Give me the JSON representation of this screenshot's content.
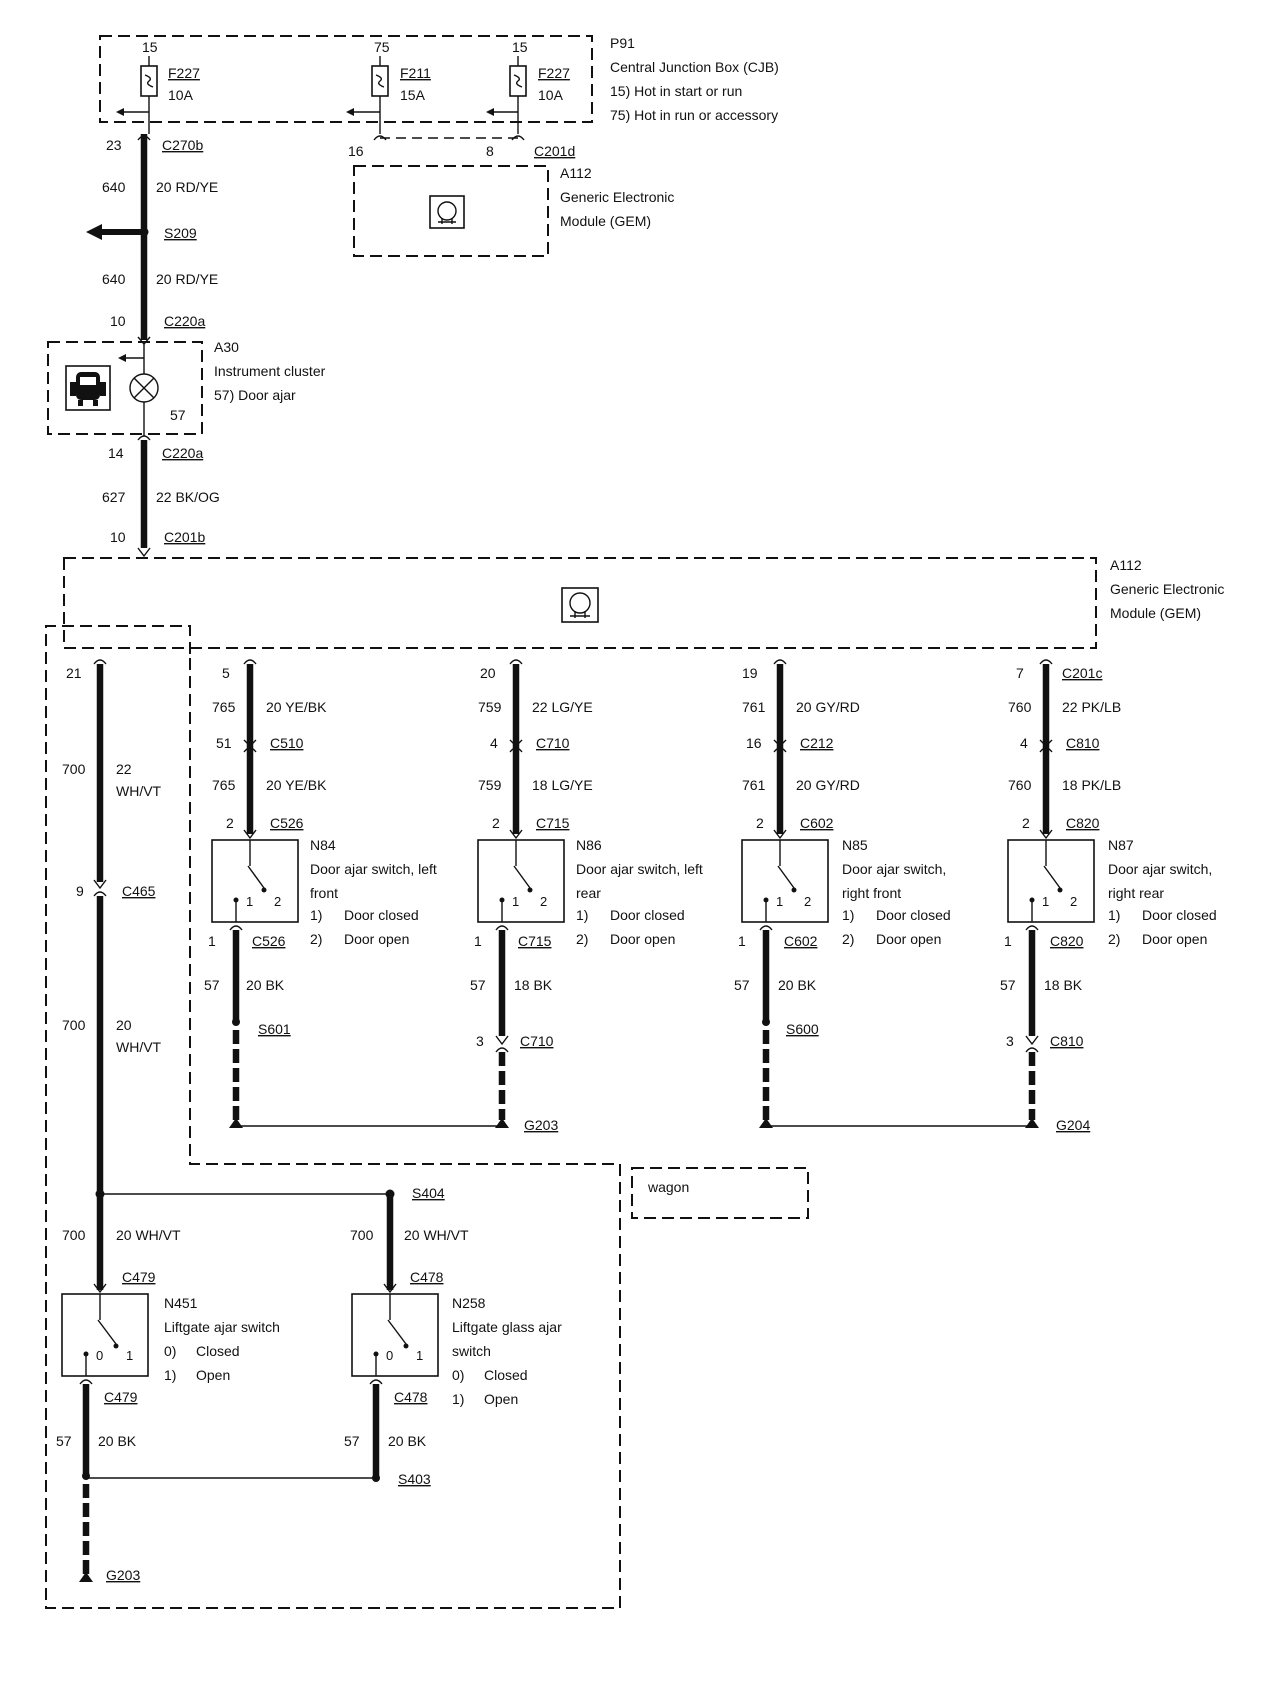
{
  "cjb": {
    "id": "P91",
    "name": "Central Junction Box (CJB)",
    "legend_15": "15)  Hot in start or run",
    "legend_75": "75)  Hot in run or accessory",
    "fuse1": {
      "pin": "15",
      "name": "F227",
      "rating": "10A"
    },
    "fuse2": {
      "pin": "75",
      "name": "F211",
      "rating": "15A"
    },
    "fuse3": {
      "pin": "15",
      "name": "F227",
      "rating": "10A"
    }
  },
  "gem_top": {
    "id": "A112",
    "line1": "Generic Electronic",
    "line2": "Module (GEM)",
    "pin_left": "16",
    "pin_right": "8",
    "connector": "C201d"
  },
  "feed": {
    "c270b_pin": "23",
    "c270b": "C270b",
    "w1_circuit": "640",
    "w1_wire": "20 RD/YE",
    "splice": "S209",
    "w2_circuit": "640",
    "w2_wire": "20 RD/YE",
    "c220a_pin_in": "10",
    "c220a_in": "C220a",
    "c220a_pin_out": "14",
    "c220a_out": "C220a",
    "w3_circuit": "627",
    "w3_wire": "22 BK/OG",
    "c201b_pin": "10",
    "c201b": "C201b"
  },
  "cluster": {
    "id": "A30",
    "name": "Instrument cluster",
    "legend": "57)  Door ajar",
    "lamp_pin": "57"
  },
  "gem_main": {
    "id": "A112",
    "line1": "Generic Electronic",
    "line2": "Module (GEM)",
    "connector": "C201c"
  },
  "doors": [
    {
      "gem_pin": "5",
      "c1_circuit": "765",
      "c1_wire": "20 YE/BK",
      "inline_pin": "51",
      "inline": "C510",
      "c2_circuit": "765",
      "c2_wire": "20 YE/BK",
      "sw_pin": "2",
      "sw_conn": "C526",
      "id": "N84",
      "desc1": "Door ajar switch, left",
      "desc2": "front",
      "st1": "1)",
      "st1_label": "Door closed",
      "st2": "2)",
      "st2_label": "Door open",
      "out_pin": "1",
      "out_conn": "C526",
      "g_circuit": "57",
      "g_wire": "20 BK",
      "bottom_pin": "",
      "bottom": "S601"
    },
    {
      "gem_pin": "20",
      "c1_circuit": "759",
      "c1_wire": "22 LG/YE",
      "inline_pin": "4",
      "inline": "C710",
      "c2_circuit": "759",
      "c2_wire": "18 LG/YE",
      "sw_pin": "2",
      "sw_conn": "C715",
      "id": "N86",
      "desc1": "Door ajar switch, left",
      "desc2": "rear",
      "st1": "1)",
      "st1_label": "Door closed",
      "st2": "2)",
      "st2_label": "Door open",
      "out_pin": "1",
      "out_conn": "C715",
      "g_circuit": "57",
      "g_wire": "18 BK",
      "bottom_pin": "3",
      "bottom": "C710"
    },
    {
      "gem_pin": "19",
      "c1_circuit": "761",
      "c1_wire": "20 GY/RD",
      "inline_pin": "16",
      "inline": "C212",
      "c2_circuit": "761",
      "c2_wire": "20 GY/RD",
      "sw_pin": "2",
      "sw_conn": "C602",
      "id": "N85",
      "desc1": "Door ajar switch,",
      "desc2": "right front",
      "st1": "1)",
      "st1_label": "Door closed",
      "st2": "2)",
      "st2_label": "Door open",
      "out_pin": "1",
      "out_conn": "C602",
      "g_circuit": "57",
      "g_wire": "20 BK",
      "bottom_pin": "",
      "bottom": "S600"
    },
    {
      "gem_pin": "7",
      "c1_circuit": "760",
      "c1_wire": "22 PK/LB",
      "inline_pin": "4",
      "inline": "C810",
      "c2_circuit": "760",
      "c2_wire": "18 PK/LB",
      "sw_pin": "2",
      "sw_conn": "C820",
      "id": "N87",
      "desc1": "Door ajar switch,",
      "desc2": "right rear",
      "st1": "1)",
      "st1_label": "Door closed",
      "st2": "2)",
      "st2_label": "Door open",
      "out_pin": "1",
      "out_conn": "C820",
      "g_circuit": "57",
      "g_wire": "18 BK",
      "bottom_pin": "3",
      "bottom": "C810"
    }
  ],
  "grounds": {
    "left": "G203",
    "right": "G204"
  },
  "liftgate_feed": {
    "gem_pin": "21",
    "c1_circuit": "700",
    "c1_wire_a": "22",
    "c1_wire_b": "WH/VT",
    "inline_pin": "9",
    "inline": "C465",
    "c2_circuit": "700",
    "c2_wire_a": "20",
    "c2_wire_b": "WH/VT",
    "splice": "S404"
  },
  "wagon_label": "wagon",
  "liftgate": [
    {
      "circuit": "700",
      "wire": "20 WH/VT",
      "conn_in": "C479",
      "id": "N451",
      "desc1": "Liftgate ajar switch",
      "desc2": "",
      "st0": "0)",
      "st0_label": "Closed",
      "st1": "1)",
      "st1_label": "Open",
      "conn_out": "C479",
      "g_circuit": "57",
      "g_wire": "20 BK"
    },
    {
      "circuit": "700",
      "wire": "20 WH/VT",
      "conn_in": "C478",
      "id": "N258",
      "desc1": "Liftgate glass ajar",
      "desc2": "switch",
      "st0": "0)",
      "st0_label": "Closed",
      "st1": "1)",
      "st1_label": "Open",
      "conn_out": "C478",
      "g_circuit": "57",
      "g_wire": "20 BK"
    }
  ],
  "liftgate_splice": "S403",
  "liftgate_ground": "G203"
}
